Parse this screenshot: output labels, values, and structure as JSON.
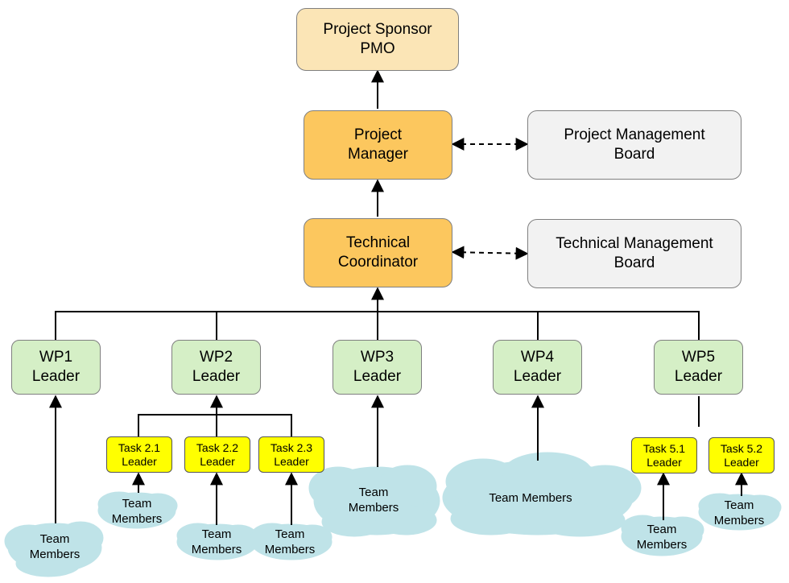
{
  "sponsor": {
    "line1": "Project Sponsor",
    "line2": "PMO"
  },
  "project_manager": {
    "line1": "Project",
    "line2": "Manager"
  },
  "pm_board": {
    "line1": "Project Management",
    "line2": "Board"
  },
  "technical_coordinator": {
    "line1": "Technical",
    "line2": "Coordinator"
  },
  "tm_board": {
    "line1": "Technical Management",
    "line2": "Board"
  },
  "wp_leaders": [
    {
      "line1": "WP1",
      "line2": "Leader"
    },
    {
      "line1": "WP2",
      "line2": "Leader"
    },
    {
      "line1": "WP3",
      "line2": "Leader"
    },
    {
      "line1": "WP4",
      "line2": "Leader"
    },
    {
      "line1": "WP5",
      "line2": "Leader"
    }
  ],
  "task_leaders": [
    {
      "line1": "Task 2.1",
      "line2": "Leader"
    },
    {
      "line1": "Task 2.2",
      "line2": "Leader"
    },
    {
      "line1": "Task 2.3",
      "line2": "Leader"
    },
    {
      "line1": "Task 5.1",
      "line2": "Leader"
    },
    {
      "line1": "Task 5.2",
      "line2": "Leader"
    }
  ],
  "team_members": {
    "line1": "Team",
    "line2": "Members",
    "single_line": "Team Members"
  },
  "colors": {
    "sponsor_fill": "#fbe5b6",
    "orange_fill": "#fcc75e",
    "board_fill": "#f2f2f2",
    "wp_fill": "#d5efc6",
    "task_fill": "#ffff00",
    "cloud_fill": "#bfe3e8"
  }
}
